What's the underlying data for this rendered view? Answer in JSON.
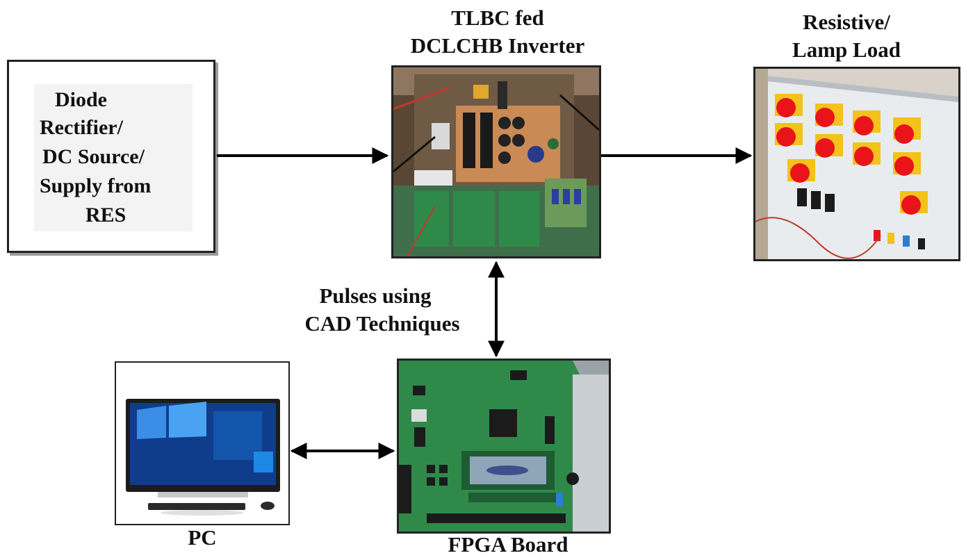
{
  "source": {
    "lines": [
      "Diode",
      "Rectifier/",
      "DC Source/",
      "Supply from",
      "RES"
    ]
  },
  "inverter": {
    "title_line1": "TLBC fed",
    "title_line2": "DCLCHB Inverter"
  },
  "load": {
    "title_line1": "Resistive/",
    "title_line2": "Lamp Load"
  },
  "pulses": {
    "line1": "Pulses using",
    "line2": "CAD Techniques"
  },
  "pc": {
    "label": "PC"
  },
  "fpga": {
    "label": "FPGA Board"
  },
  "colors": {
    "arrow": "#000000",
    "border": "#222222",
    "pcb_green": "#2f8a4a",
    "board_brown": "#b8794a",
    "knob_red": "#e8141a",
    "knob_yellow": "#f3c21b"
  }
}
